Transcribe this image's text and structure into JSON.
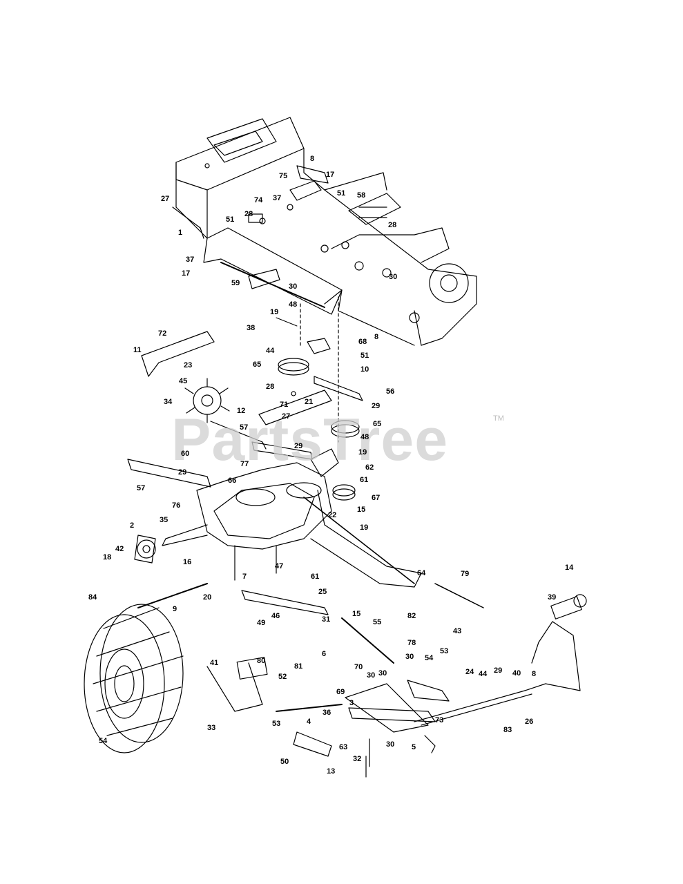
{
  "watermark": {
    "text": "PartsTree",
    "tm": "TM"
  },
  "callouts": [
    "27",
    "1",
    "75",
    "8",
    "17",
    "51",
    "58",
    "74",
    "37",
    "28",
    "28",
    "51",
    "37",
    "17",
    "59",
    "30",
    "30",
    "48",
    "19",
    "38",
    "8",
    "72",
    "11",
    "44",
    "68",
    "51",
    "10",
    "23",
    "65",
    "45",
    "28",
    "21",
    "56",
    "29",
    "34",
    "12",
    "27",
    "71",
    "65",
    "57",
    "48",
    "29",
    "19",
    "60",
    "62",
    "29",
    "61",
    "57",
    "77",
    "66",
    "67",
    "15",
    "76",
    "22",
    "19",
    "2",
    "35",
    "42",
    "18",
    "16",
    "64",
    "79",
    "7",
    "47",
    "61",
    "25",
    "20",
    "9",
    "15",
    "14",
    "39",
    "84",
    "31",
    "55",
    "82",
    "49",
    "46",
    "78",
    "43",
    "6",
    "53",
    "30",
    "81",
    "54",
    "24",
    "44",
    "29",
    "40",
    "41",
    "80",
    "52",
    "70",
    "30",
    "30",
    "8",
    "69",
    "3",
    "36",
    "73",
    "33",
    "53",
    "4",
    "83",
    "26",
    "54",
    "63",
    "30",
    "5",
    "50",
    "32",
    "13"
  ]
}
